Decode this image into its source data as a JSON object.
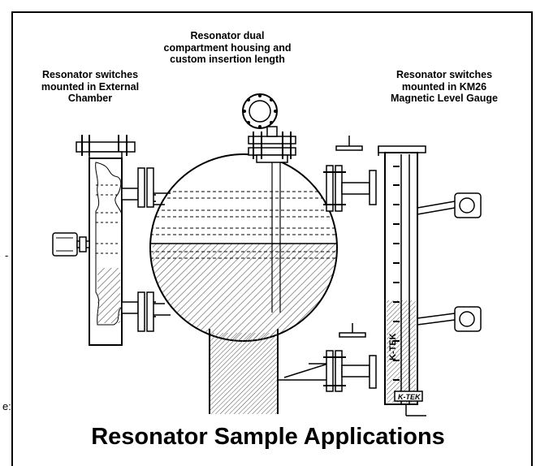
{
  "labels": {
    "external_chamber": "Resonator switches\nmounted in External\nChamber",
    "dual_compartment": "Resonator dual\ncompartment housing and\ncustom insertion length",
    "km26_gauge": "Resonator switches\nmounted in KM26\nMagnetic Level Gauge"
  },
  "title": "Resonator Sample Applications",
  "gauge_logo": "K-TEK",
  "gauge_brand": "K-TEK",
  "stray_text": [
    "-",
    "e:"
  ]
}
